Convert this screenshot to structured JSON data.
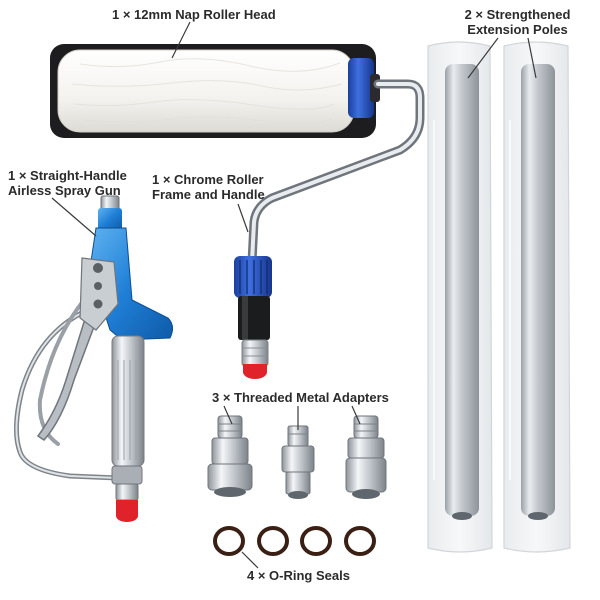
{
  "labels": {
    "roller_head": "1 × 12mm Nap Roller Head",
    "poles_line1": "2 × Strengthened",
    "poles_line2": "Extension Poles",
    "gun_line1": "1 × Straight-Handle",
    "gun_line2": "Airless Spray Gun",
    "frame_line1": "1 × Chrome Roller",
    "frame_line2": "Frame and Handle",
    "adapters": "3 × Threaded Metal Adapters",
    "orings": "4 × O-Ring Seals"
  }
}
